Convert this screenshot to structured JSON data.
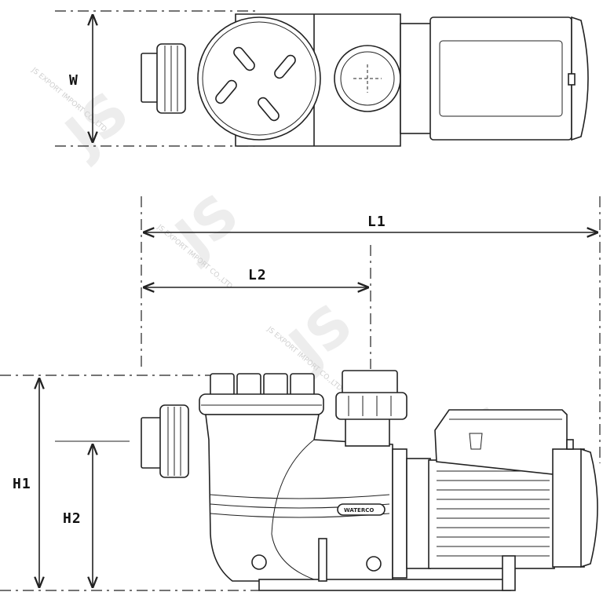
{
  "dimensions": {
    "width": "W",
    "length_total": "L1",
    "length_partial": "L2",
    "height_total": "H1",
    "height_partial": "H2"
  },
  "brand_plate": "WATERCO",
  "watermark": {
    "glyph": "JS",
    "text": "JS EXPORT IMPORT CO.,LTD"
  }
}
